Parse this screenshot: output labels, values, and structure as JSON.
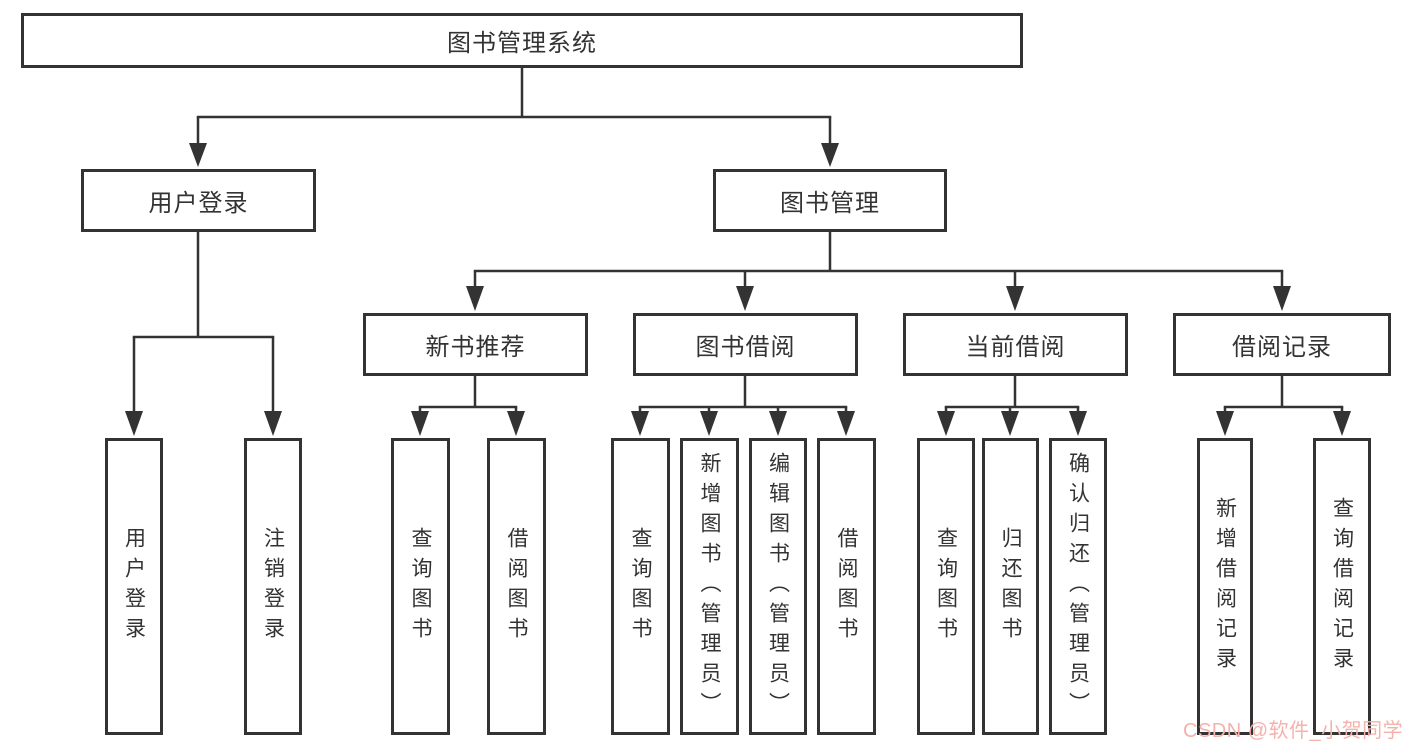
{
  "diagram": {
    "type": "hierarchy-tree",
    "orientation": "top-down"
  },
  "colors": {
    "background": "#ffffff",
    "line": "#333333",
    "box_border": "#333333",
    "text": "#333333",
    "watermark": "#f5b2ac"
  },
  "nodes": {
    "root": "图书管理系统",
    "user_login": "用户登录",
    "book_mgmt": "图书管理",
    "new_book_rec": "新书推荐",
    "book_borrow": "图书借阅",
    "current_borrow": "当前借阅",
    "borrow_records": "借阅记录",
    "ul_user_login": "用户登录",
    "ul_logout": "注销登录",
    "nr_query_books": "查询图书",
    "nr_borrow_books": "借阅图书",
    "bb_query_books": "查询图书",
    "bb_add_books": "新增图书（管理员）",
    "bb_edit_books": "编辑图书（管理员）",
    "bb_borrow_books": "借阅图书",
    "cb_query_books": "查询图书",
    "cb_return_books": "归还图书",
    "cb_confirm_return": "确认归还（管理员）",
    "br_add_record": "新增借阅记录",
    "br_query_record": "查询借阅记录"
  },
  "hierarchy": {
    "图书管理系统": {
      "用户登录": [
        "用户登录",
        "注销登录"
      ],
      "图书管理": {
        "新书推荐": [
          "查询图书",
          "借阅图书"
        ],
        "图书借阅": [
          "查询图书",
          "新增图书（管理员）",
          "编辑图书（管理员）",
          "借阅图书"
        ],
        "当前借阅": [
          "查询图书",
          "归还图书",
          "确认归还（管理员）"
        ],
        "借阅记录": [
          "新增借阅记录",
          "查询借阅记录"
        ]
      }
    }
  },
  "watermark": {
    "text": "CSDN @软件_小贺同学"
  }
}
